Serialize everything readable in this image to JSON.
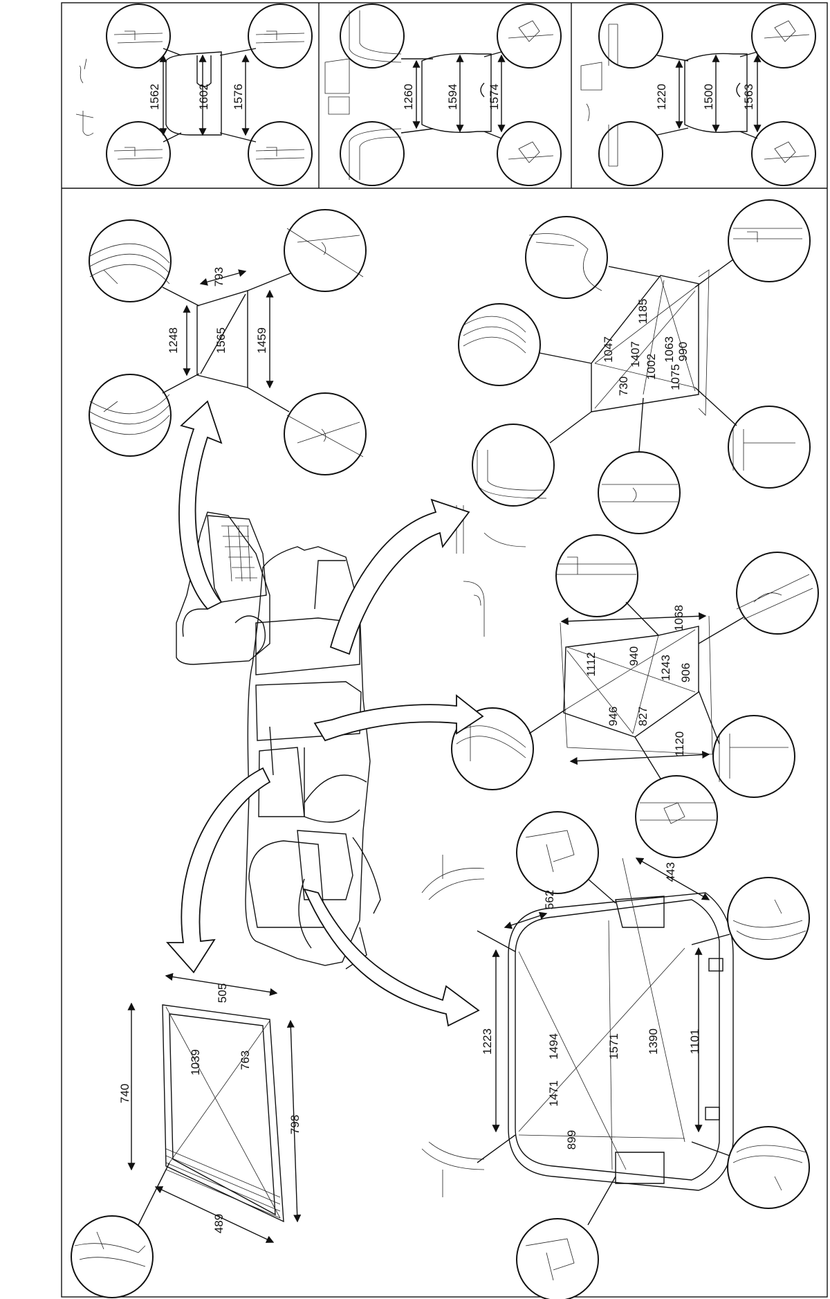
{
  "top_panels": [
    {
      "d1": "1562",
      "d2": "1602",
      "d3": "1576"
    },
    {
      "d1": "1260",
      "d2": "1594",
      "d3": "1574"
    },
    {
      "d1": "1220",
      "d2": "1500",
      "d3": "1563"
    }
  ],
  "upper_left_window": {
    "d_left": "1248",
    "d_diag": "1565",
    "d_right": "1459",
    "d_top": "793"
  },
  "rear_door_window": {
    "d1": "1185",
    "d2": "1047",
    "d3": "1407",
    "d4": "1063",
    "d5": "1002",
    "d6": "990",
    "d7": "730",
    "d8": "1075"
  },
  "front_door_window": {
    "d1": "1068",
    "d2": "1112",
    "d3": "940",
    "d4": "1243",
    "d5": "906",
    "d6": "946",
    "d7": "827",
    "d8": "1120"
  },
  "windscreen": {
    "d1": "443",
    "d2": "562",
    "d3": "1223",
    "d4": "1494",
    "d5": "1571",
    "d6": "1390",
    "d7": "1101",
    "d8": "1471",
    "d9": "899"
  },
  "side_panel": {
    "d_top": "505",
    "d_left": "740",
    "d_diag1": "1039",
    "d_diag2": "763",
    "d_right": "798",
    "d_bottom": "489"
  }
}
